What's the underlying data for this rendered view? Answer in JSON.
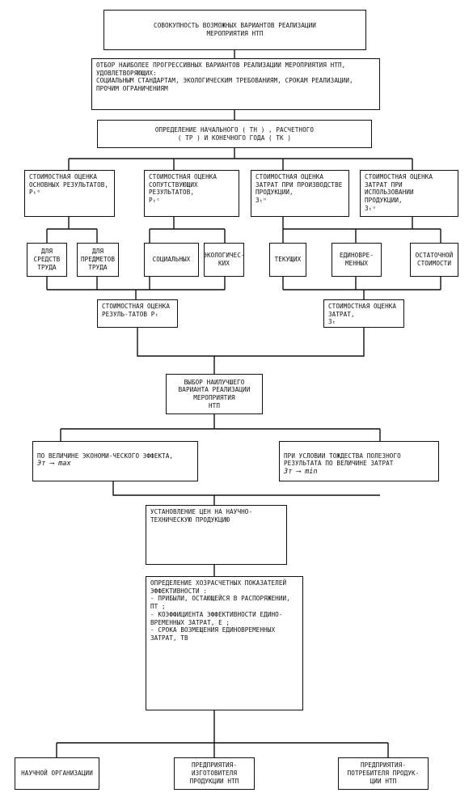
{
  "nodes": {
    "all_variants": "СОВОКУПНОСТЬ ВОЗМОЖНЫХ ВАРИАНТОВ РЕАЛИЗАЦИИ\nМЕРОПРИЯТИЯ НТП",
    "selection": "ОТБОР НАИБОЛЕЕ ПРОГРЕССИВНЫХ ВАРИАНТОВ РЕАЛИЗАЦИИ МЕРОПРИЯТИЯ НТП, УДОВЛЕТВОРЯЮЩИХ:\nСОЦИАЛЬНЫМ СТАНДАРТАМ, ЭКОЛОГИЧЕСКИМ ТРЕБОВАНИЯМ, СРОКАМ РЕАЛИЗАЦИИ, ПРОЧИМ ОГРАНИЧЕНИЯМ",
    "years": "ОПРЕДЕЛЕНИЕ НАЧАЛЬНОГО ( tн ) , РАСЧЕТНОГО\n( tр ) И КОНЕЧНОГО ГОДА ( tк )",
    "main_results": "СТОИМОСТНАЯ ОЦЕНКА ОСНОВНЫХ РЕЗУЛЬТАТОВ,\nРₜᵒ",
    "side_results": "СТОИМОСТНАЯ ОЦЕНКА СОПУТСТВУЮЩИХ РЕЗУЛЬТАТОВ,\nРₜᶜ",
    "prod_costs": "СТОИМОСТНАЯ ОЦЕНКА ЗАТРАТ ПРИ ПРОИЗВОДСТВЕ ПРОДУКЦИИ,\nЗₜⁿ",
    "use_costs": "СТОИМОСТНАЯ ОЦЕНКА ЗАТРАТ ПРИ ИСПОЛЬЗОВАНИИ ПРОДУКЦИИ,\nЗₜᵘ",
    "labor_means": "ДЛЯ СРЕДСТВ ТРУДА",
    "labor_objects": "ДЛЯ ПРЕДМЕТОВ ТРУДА",
    "social": "СОЦИАЛЬНЫХ",
    "ecological": "ЭКОЛОГИЧЕС-КИХ",
    "current": "ТЕКУЩИХ",
    "one_time": "ЕДИНОВРЕ-МЕННЫХ",
    "residual": "ОСТАТОЧНОЙ СТОИМОСТИ",
    "results_total": "СТОИМОСТНАЯ ОЦЕНКА РЕЗУЛЬ-ТАТОВ  Рₜ",
    "costs_total": "СТОИМОСТНАЯ ОЦЕНКА ЗАТРАТ,\nЗₜ",
    "best_variant": "ВЫБОР НАИЛУЧШЕГО ВАРИАНТА РЕАЛИЗАЦИИ МЕРОПРИЯТИЯ\nНТП",
    "by_effect": "ПО ВЕЛИЧИНЕ ЭКОНОМИ-ЧЕСКОГО ЭФФЕКТА,",
    "by_effect_formula": "Эт ⟶ max",
    "by_costs": "ПРИ УСЛОВИИ ТОЖДЕСТВА ПОЛЕЗНОГО РЕЗУЛЬТАТА ПО ВЕЛИЧИНЕ ЗАТРАТ",
    "by_costs_formula": "Зт ⟶ min",
    "prices": "УСТАНОВЛЕНИЕ ЦЕН НА НАУЧНО-ТЕХНИЧЕСКУЮ ПРОДУКЦИЮ",
    "indicators": "ОПРЕДЕЛЕНИЕ ХОЗРАСЧЕТНЫХ ПОКАЗАТЕЛЕЙ ЭФФЕКТИВНОСТИ :\n- ПРИБЫЛИ, ОСТАЮЩЕЙСЯ В РАСПОРЯЖЕНИИ, Пt ;\n- КОЭФФИЦИЕНТА ЭФФЕКТИВНОСТИ ЕДИНО-ВРЕМЕННЫХ ЗАТРАТ, e ;\n- СРОКА ВОЗМЕЩЕНИЯ ЕДИНОВРЕМЕННЫХ ЗАТРАТ, tв",
    "science_org": "НАУЧНОЙ ОРГАНИЗАЦИИ",
    "maker": "ПРЕДПРИЯТИЯ-ИЗГОТОВИТЕЛЯ ПРОДУКЦИИ НТП",
    "consumer": "ПРЕДПРИЯТИЯ-ПОТРЕБИТЕЛЯ ПРОДУК-ЦИИ НТП"
  }
}
